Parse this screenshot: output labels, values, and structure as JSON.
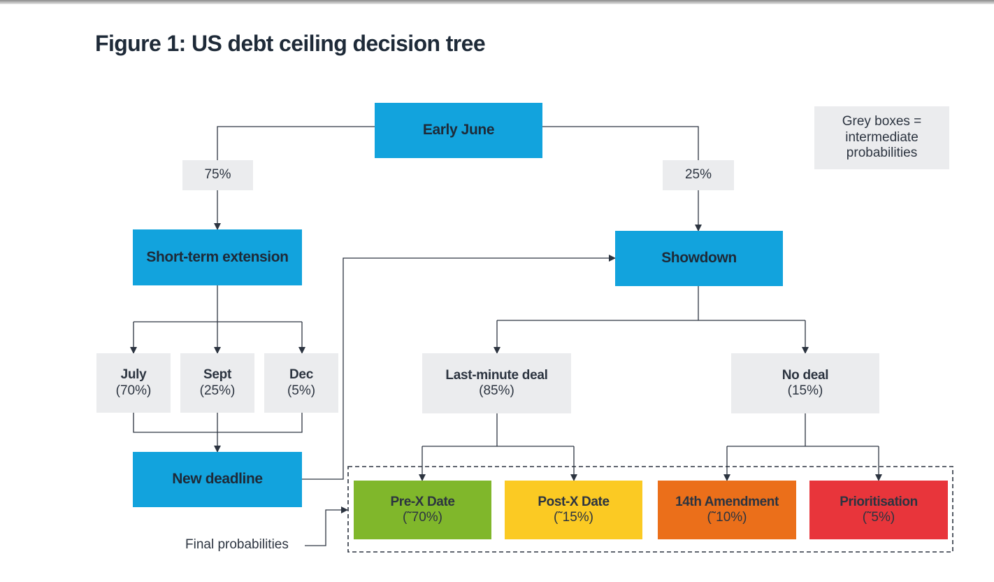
{
  "title": "Figure 1: US debt ceiling decision tree",
  "legend": "Grey boxes = intermediate probabilities",
  "caption": "Final probabilities",
  "nodes": {
    "early_june": "Early June",
    "short_term_extension": "Short-term extension",
    "showdown": "Showdown",
    "new_deadline": "New deadline"
  },
  "branches": {
    "left_prob": "75%",
    "right_prob": "25%"
  },
  "deadlines": [
    {
      "name": "July",
      "prob": "(70%)"
    },
    {
      "name": "Sept",
      "prob": "(25%)"
    },
    {
      "name": "Dec",
      "prob": "(5%)"
    }
  ],
  "showdown_paths": [
    {
      "name": "Last-minute deal",
      "prob": "(85%)"
    },
    {
      "name": "No deal",
      "prob": "(15%)"
    }
  ],
  "outcomes": [
    {
      "name": "Pre-X Date",
      "prob": "(˜70%)",
      "color": "#80b72b"
    },
    {
      "name": "Post-X Date",
      "prob": "(˜15%)",
      "color": "#fbca23"
    },
    {
      "name": "14th Amendment",
      "prob": "(˜10%)",
      "color": "#eb6f1a"
    },
    {
      "name": "Prioritisation",
      "prob": "(˜5%)",
      "color": "#e8353b"
    }
  ],
  "colors": {
    "node_blue": "#12a3dd",
    "intermediate_grey": "#ebecee",
    "text_dark": "#1e2a38"
  }
}
